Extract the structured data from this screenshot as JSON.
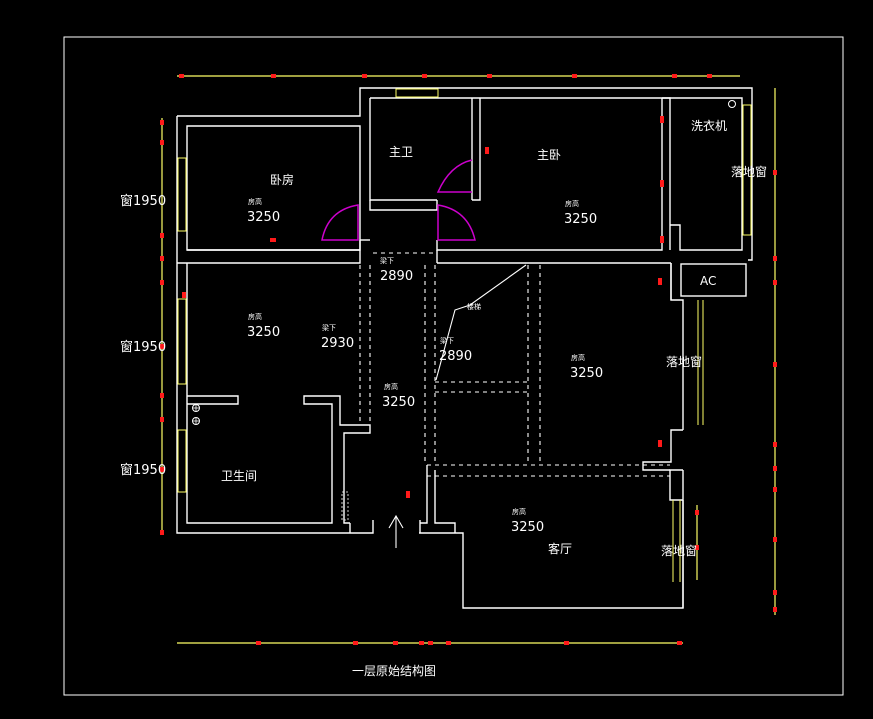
{
  "drawing_title": "一层原始结构图",
  "rooms": {
    "bedroom": "卧房",
    "master_bath": "主卫",
    "master_bedroom": "主卧",
    "washer": "洗衣机",
    "ac": "AC",
    "bathroom": "卫生间",
    "living_room": "客厅"
  },
  "window_labels": [
    "落地窗",
    "落地窗",
    "落地窗"
  ],
  "height_tag": "房高",
  "height_values": {
    "bedroom": "3250",
    "master_bedroom": "3250",
    "left_middle": "3250",
    "right_middle": "3250",
    "center": "3250",
    "living_room": "3250"
  },
  "stair_tags": [
    "梁下",
    "梁下",
    "梁下"
  ],
  "stair_values": [
    "2890",
    "2930",
    "2890"
  ],
  "stair_note": "楼梯",
  "dimension_labels": [
    "窗1950",
    "窗1950",
    "窗1950"
  ]
}
